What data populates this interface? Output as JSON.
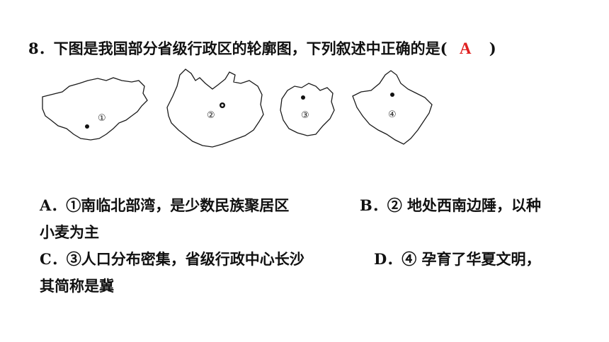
{
  "question": {
    "prefix": "8．下图是我国部分省级行政区的轮廓图，下列叙述中正确的是(",
    "answer": "A",
    "suffix": ")"
  },
  "maps": [
    {
      "label": "①"
    },
    {
      "label": "②"
    },
    {
      "label": "③"
    },
    {
      "label": "④"
    }
  ],
  "options": {
    "a": "A．①南临北部湾，是少数民族聚居区",
    "b": "B．② 地处西南边陲，以种",
    "b_cont": "小麦为主",
    "c": "C．③人口分布密集，省级行政中心长沙",
    "d": "D．④ 孕育了华夏文明，",
    "d_cont": "其简称是冀"
  },
  "colors": {
    "answer": "#e02020",
    "text": "#111111"
  }
}
